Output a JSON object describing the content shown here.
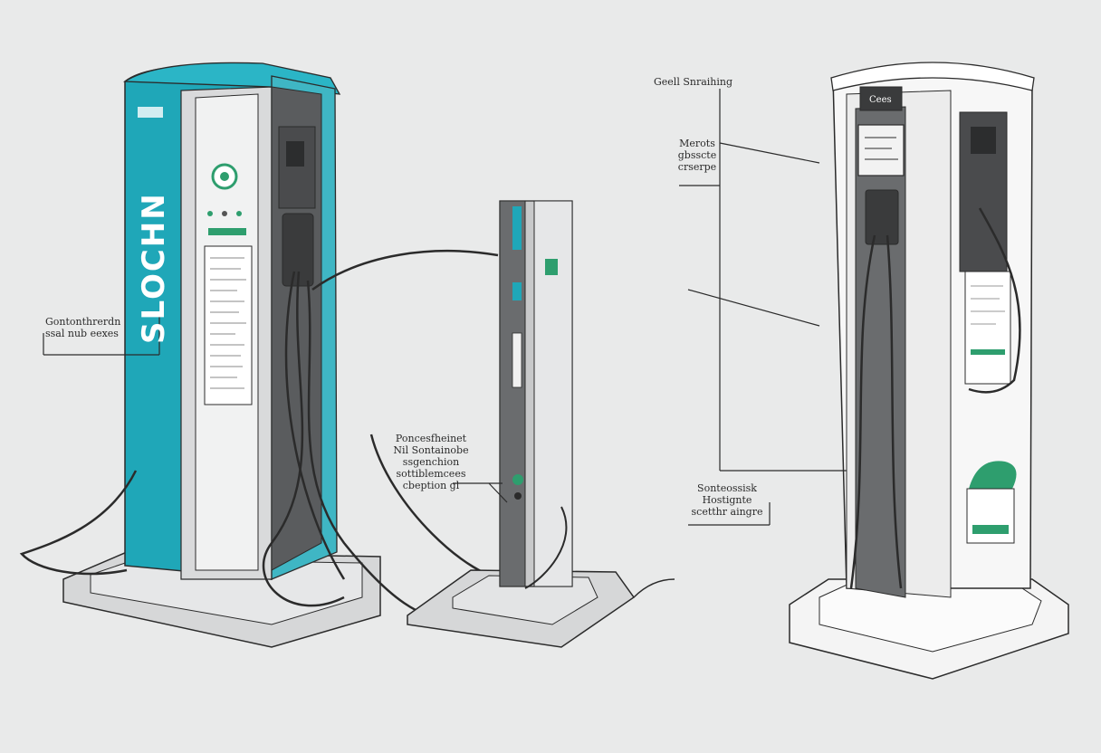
{
  "colors": {
    "background": "#e9eaea",
    "teal": "#1fa7b8",
    "green": "#2e9e6e",
    "dark_gray": "#5a5c5e",
    "outline": "#2b2b2b"
  },
  "left_station": {
    "brand_text": "SLOCHN",
    "side_label": [
      "Gontonthrerdn",
      "ssal nub eexes"
    ]
  },
  "center_pole": {
    "label": [
      "Poncesfheinet",
      "Nil Sontainobe",
      "ssgenchion",
      "sottiblemcees",
      "cbeption gl"
    ]
  },
  "right_station": {
    "screen_text": "Cees",
    "top_label": "Geell Snraihing",
    "upper_label": [
      "Merots",
      "gbsscte",
      "crserpe"
    ],
    "lower_label": [
      "Sonteossisk",
      "Hostignte",
      "scetthr aingre"
    ]
  }
}
